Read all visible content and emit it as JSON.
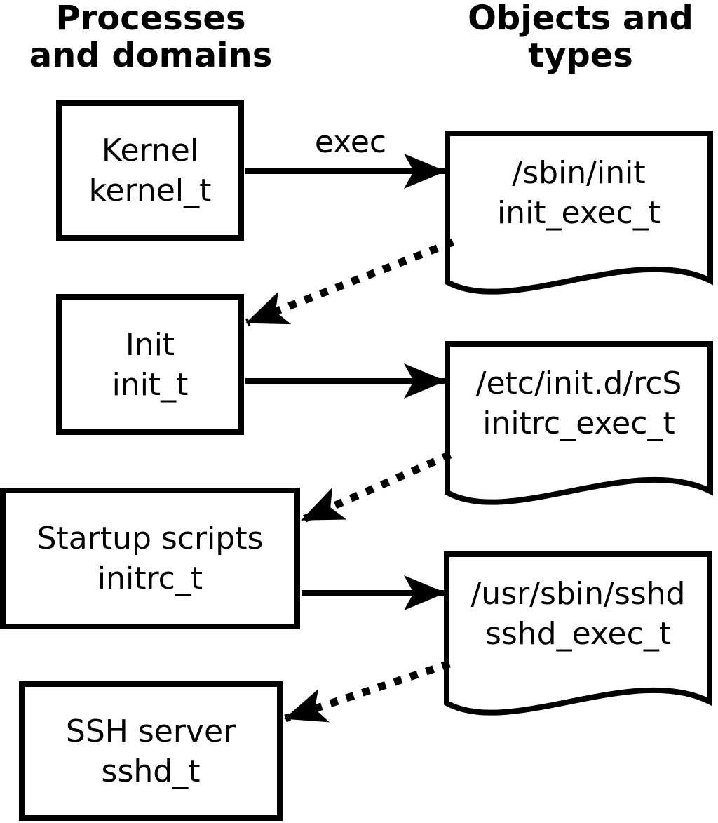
{
  "headers": {
    "left": "Processes\nand domains",
    "right": "Objects and\ntypes"
  },
  "process_boxes": [
    {
      "name": "Kernel",
      "domain": "kernel_t"
    },
    {
      "name": "Init",
      "domain": "init_t"
    },
    {
      "name": "Startup scripts",
      "domain": "initrc_t"
    },
    {
      "name": "SSH server",
      "domain": "sshd_t"
    }
  ],
  "object_boxes": [
    {
      "path": "/sbin/init",
      "type": "init_exec_t"
    },
    {
      "path": "/etc/init.d/rcS",
      "type": "initrc_exec_t"
    },
    {
      "path": "/usr/sbin/sshd",
      "type": "sshd_exec_t"
    }
  ],
  "edge_labels": {
    "exec": "exec"
  },
  "edges": [
    {
      "from": "kernel_t",
      "to": "/sbin/init",
      "style": "solid",
      "label": "exec"
    },
    {
      "from": "/sbin/init",
      "to": "init_t",
      "style": "dotted",
      "label": ""
    },
    {
      "from": "init_t",
      "to": "/etc/init.d/rcS",
      "style": "solid",
      "label": ""
    },
    {
      "from": "/etc/init.d/rcS",
      "to": "initrc_t",
      "style": "dotted",
      "label": ""
    },
    {
      "from": "initrc_t",
      "to": "/usr/sbin/sshd",
      "style": "solid",
      "label": ""
    },
    {
      "from": "/usr/sbin/sshd",
      "to": "sshd_t",
      "style": "dotted",
      "label": ""
    }
  ],
  "colors": {
    "line": "#000000",
    "background": "#ffffff"
  }
}
